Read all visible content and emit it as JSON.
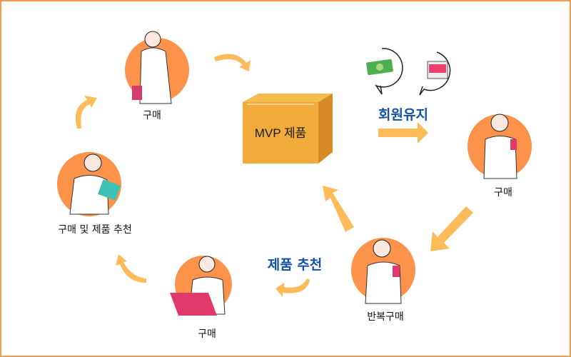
{
  "diagram": {
    "center_box": "MVP 제품",
    "retention_label": "회원유지",
    "recommend_label": "제품 추천",
    "nodes": [
      {
        "label": "구매"
      },
      {
        "label": "구매"
      },
      {
        "label": "반복구매"
      },
      {
        "label": "구매"
      },
      {
        "label": "구매 및 제품 추천"
      }
    ],
    "icons": [
      "money-bubble-icon",
      "video-player-bubble-icon"
    ]
  },
  "colors": {
    "border": "#f79b4e",
    "accent_blue": "#1450a3",
    "arrow": "#fdbb5a",
    "circle": "#fd924a",
    "box": "#f0ab3a"
  }
}
